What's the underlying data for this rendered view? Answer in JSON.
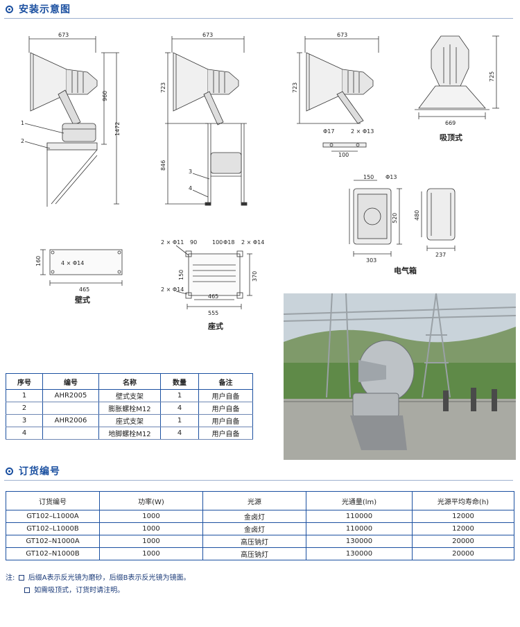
{
  "sections": {
    "install_title": "安装示意图",
    "order_title": "订货编号"
  },
  "drawings": {
    "wall_side": {
      "dim_top": "673",
      "dim_960": "960",
      "dim_1472": "1472",
      "label_1": "1",
      "label_2": "2"
    },
    "stand_side": {
      "dim_top": "673",
      "dim_723": "723",
      "dim_846": "846",
      "label_3": "3",
      "label_4": "4"
    },
    "plain_side": {
      "dim_top": "673",
      "dim_723": "723",
      "hole_d17": "Φ17",
      "holes": "2 × Φ13",
      "dim_100": "100"
    },
    "ceiling": {
      "dim_725": "725",
      "dim_669": "669",
      "caption": "吸顶式"
    },
    "wall_plate": {
      "dim_160": "160",
      "holes": "4 × Φ14",
      "dim_465": "465",
      "caption": "壁式"
    },
    "base_plate": {
      "holes_top_left": "2 × Φ11",
      "dim_90": "90",
      "dim_100": "100",
      "hole_d18": "Φ18",
      "holes_top_right": "2 × Φ14",
      "dim_150": "150",
      "dim_370": "370",
      "holes_bottom_left": "2 × Φ14",
      "dim_465": "465",
      "dim_555": "555",
      "caption": "座式"
    },
    "elec_box": {
      "dim_150": "150",
      "hole_d13": "Φ13",
      "dim_520": "520",
      "dim_480": "480",
      "dim_303": "303",
      "dim_237": "237",
      "caption": "电气箱"
    }
  },
  "parts_table": {
    "headers": [
      "序号",
      "编号",
      "名称",
      "数量",
      "备注"
    ],
    "rows": [
      [
        "1",
        "AHR2005",
        "壁式支架",
        "1",
        "用户自备"
      ],
      [
        "2",
        "",
        "膨胀螺栓M12",
        "4",
        "用户自备"
      ],
      [
        "3",
        "AHR2006",
        "座式支架",
        "1",
        "用户自备"
      ],
      [
        "4",
        "",
        "地脚螺栓M12",
        "4",
        "用户自备"
      ]
    ]
  },
  "order_table": {
    "headers": [
      "订货编号",
      "功率(W)",
      "光源",
      "光通量(lm)",
      "光源平均寿命(h)"
    ],
    "rows": [
      [
        "GT102–L1000A",
        "1000",
        "金卤灯",
        "110000",
        "12000"
      ],
      [
        "GT102–L1000B",
        "1000",
        "金卤灯",
        "110000",
        "12000"
      ],
      [
        "GT102–N1000A",
        "1000",
        "高压钠灯",
        "130000",
        "20000"
      ],
      [
        "GT102–N1000B",
        "1000",
        "高压钠灯",
        "130000",
        "20000"
      ]
    ]
  },
  "notes": {
    "prefix": "注:",
    "line1": "后缀A表示反光镜为磨砂，后缀B表示反光镜为镜面。",
    "line2": "如需吸顶式，订货时请注明。"
  },
  "colors": {
    "accent": "#1a4fa0",
    "rule": "#9db0cf",
    "note": "#1a3a78"
  }
}
